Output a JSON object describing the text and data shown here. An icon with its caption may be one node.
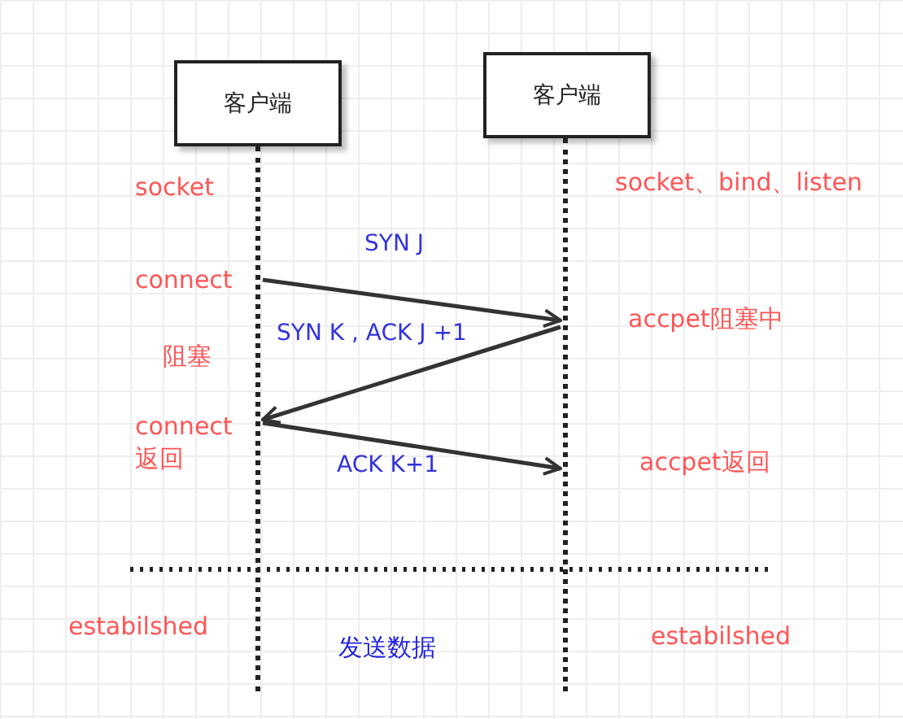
{
  "diagram": {
    "nodes": [
      {
        "text": [
          "客户端"
        ]
      },
      {
        "text": [
          "客户端"
        ]
      },
      {
        "text": [],
        "shape": "line"
      },
      {
        "text": [],
        "shape": "line"
      }
    ],
    "edges": [
      {
        "from": 2,
        "to": 3,
        "arrow": "to",
        "label": "SYN J"
      },
      {
        "from": 3,
        "to": 2,
        "arrow": "to",
        "label": "SYN K , ACK J +1"
      },
      {
        "from": 2,
        "to": 3,
        "arrow": "to",
        "label": "ACK K+1"
      }
    ],
    "labels": [
      "socket",
      "socket、bind、listen",
      "connect",
      "accpet阻塞中",
      "阻塞",
      "connect 返回",
      "accpet返回",
      "estabilshed",
      "发送数据",
      "estabilshed"
    ]
  }
}
